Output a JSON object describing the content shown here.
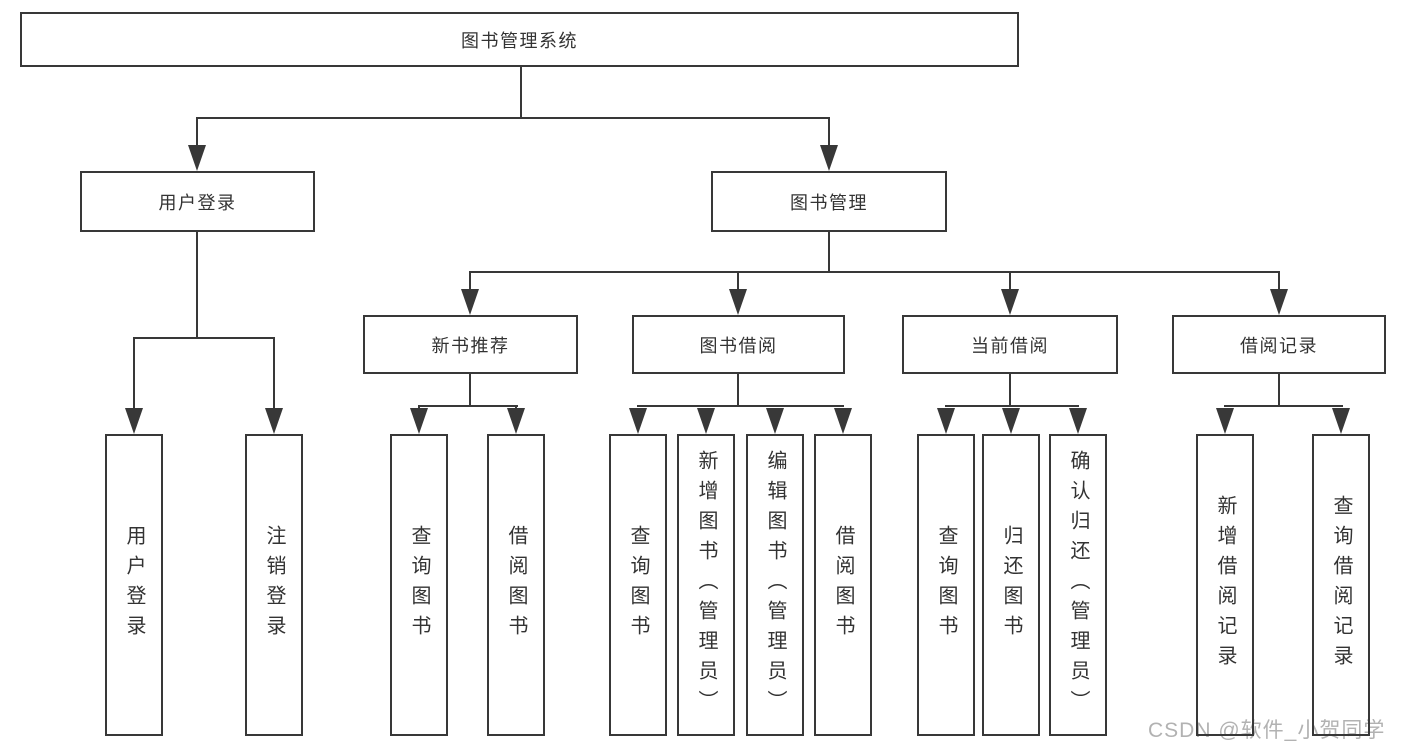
{
  "diagram": {
    "nodes": {
      "root": "图书管理系统",
      "user_login": "用户登录",
      "book_management": "图书管理",
      "new_book_recommend": "新书推荐",
      "book_borrow": "图书借阅",
      "current_borrow": "当前借阅",
      "borrow_records": "借阅记录",
      "login": "用户登录",
      "logout": "注销登录",
      "nb_query_books": "查询图书",
      "nb_borrow_books": "借阅图书",
      "bb_query_books": "查询图书",
      "bb_add_books_admin": "新增图书（管理员）",
      "bb_edit_books_admin": "编辑图书（管理员）",
      "bb_borrow_books": "借阅图书",
      "cb_query_books": "查询图书",
      "cb_return_books": "归还图书",
      "cb_confirm_return_admin": "确认归还（管理员）",
      "br_add_record": "新增借阅记录",
      "br_query_record": "查询借阅记录"
    },
    "colors": {
      "line": "#383838",
      "text": "#333333",
      "background": "#ffffff",
      "watermark": "#b2b2b2"
    }
  },
  "watermark": {
    "text": "CSDN @软件_小贺同学"
  }
}
